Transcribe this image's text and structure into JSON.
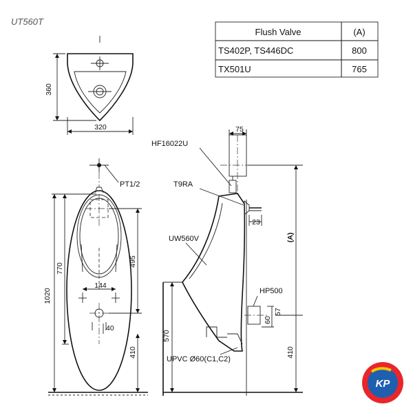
{
  "model_code": "UT560T",
  "table": {
    "headers": [
      "Flush Valve",
      "(A)"
    ],
    "rows": [
      [
        "TS402P, TS446DC",
        "800"
      ],
      [
        "TX501U",
        "765"
      ]
    ]
  },
  "top_view": {
    "height_dim": "360",
    "width_dim": "320"
  },
  "front_view": {
    "supply_label": "PT1/2",
    "dims": {
      "total": "1020",
      "upper": "770",
      "inner": "495",
      "spacing": "144",
      "small": "40",
      "bottom": "410"
    }
  },
  "side_view": {
    "labels": {
      "valve": "HF16022U",
      "trap": "T9RA",
      "body": "UW560V",
      "hanger": "HP500",
      "outlet": "UPVC Ø60(C1,C2)"
    },
    "dims": {
      "offset": "75",
      "pipe": "23",
      "a_label": "(A)",
      "floor_left": "570",
      "floor_right": "410",
      "hp1": "57",
      "hp2": "60"
    }
  },
  "logo": {
    "text": "KP",
    "colors": {
      "ring": "#e8262b",
      "inner": "#1f5fb0",
      "accent": "#f5c400"
    }
  }
}
